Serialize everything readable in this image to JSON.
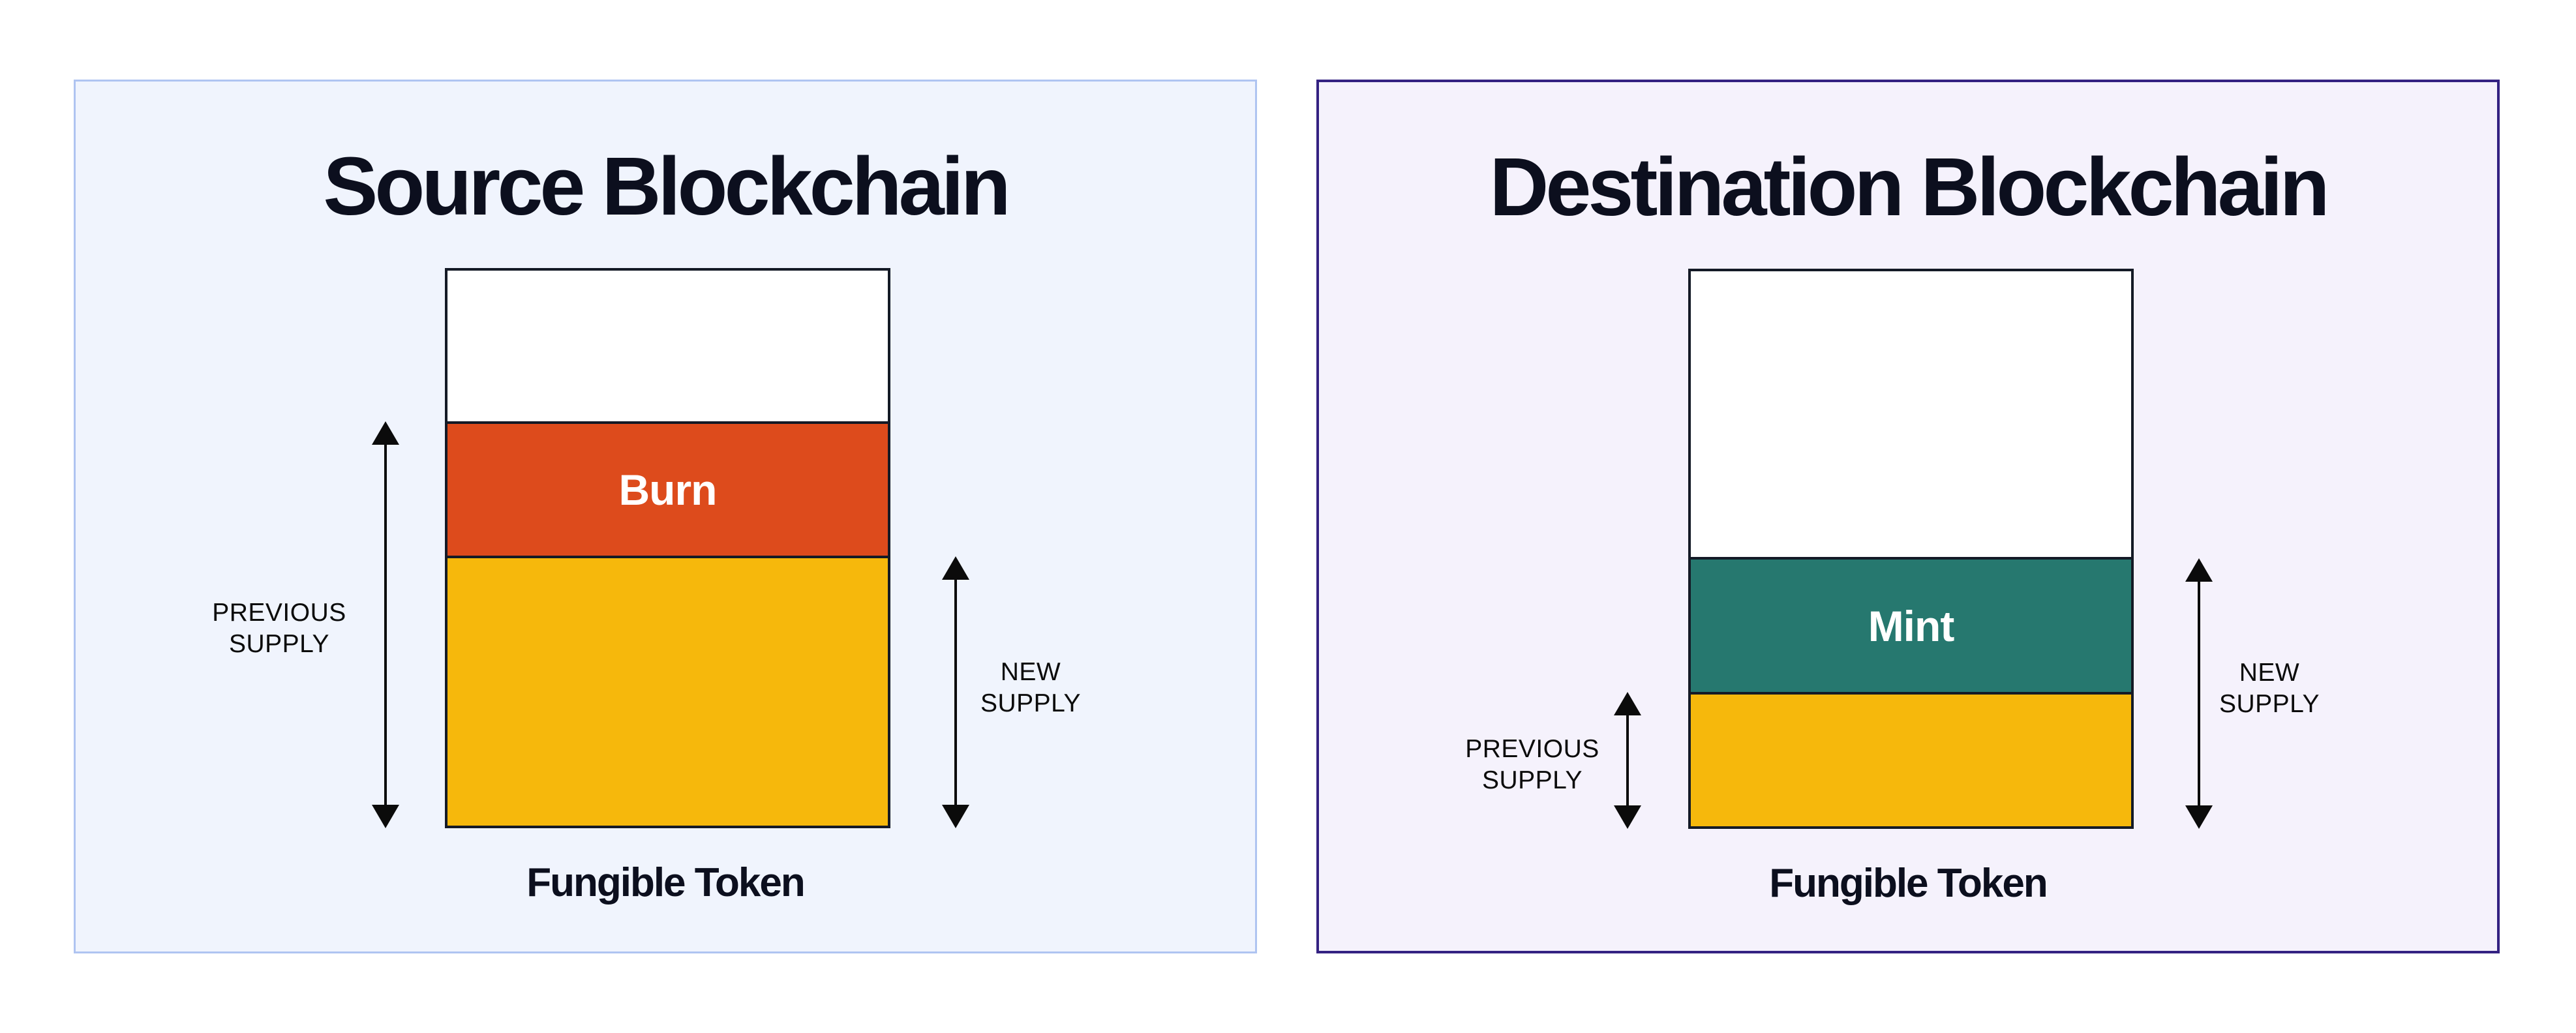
{
  "page": {
    "background": "#FFFFFF"
  },
  "panels": [
    {
      "title": "Source Blockchain",
      "background": "#F0F4FD",
      "border_color": "#AFC4F1",
      "bar": {
        "border_color": "#141A26",
        "segments": [
          {
            "name": "unfilled",
            "color": "#FFFFFF",
            "label": ""
          },
          {
            "name": "burn",
            "color": "#DD4B1C",
            "label": "Burn",
            "label_color": "#FFFFFF"
          },
          {
            "name": "remaining-supply",
            "color": "#F6B80C",
            "label": ""
          }
        ]
      },
      "annotations": {
        "previous_supply": {
          "line1": "PREVIOUS",
          "line2": "SUPPLY"
        },
        "new_supply": {
          "line1": "NEW",
          "line2": "SUPPLY"
        }
      },
      "arrow_color": "#0B0B0B",
      "footer_label": "Fungible Token"
    },
    {
      "title": "Destination Blockchain",
      "background": "#F5F2FC",
      "border_color": "#342282",
      "bar": {
        "border_color": "#141A26",
        "segments": [
          {
            "name": "unfilled",
            "color": "#FFFFFF",
            "label": ""
          },
          {
            "name": "mint",
            "color": "#26786F",
            "label": "Mint",
            "label_color": "#FFFFFF"
          },
          {
            "name": "previous-supply",
            "color": "#F6B80C",
            "label": ""
          }
        ]
      },
      "annotations": {
        "previous_supply": {
          "line1": "PREVIOUS",
          "line2": "SUPPLY"
        },
        "new_supply": {
          "line1": "NEW",
          "line2": "SUPPLY"
        }
      },
      "arrow_color": "#0B0B0B",
      "footer_label": "Fungible Token"
    }
  ]
}
